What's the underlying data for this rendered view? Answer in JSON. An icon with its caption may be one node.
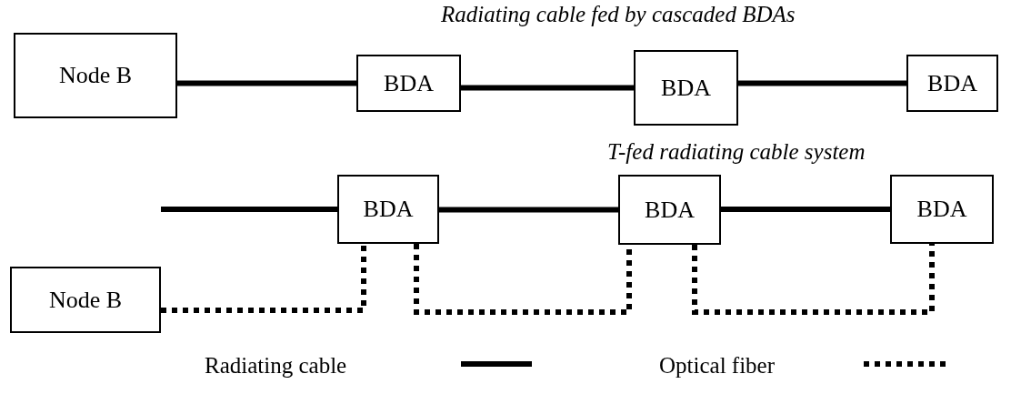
{
  "diagram": {
    "nodes": [
      {
        "text": [
          "Node B"
        ]
      },
      {
        "text": [
          "BDA"
        ]
      },
      {
        "text": [
          "BDA"
        ]
      },
      {
        "text": [
          "BDA"
        ]
      },
      {
        "text": [
          "BDA"
        ]
      },
      {
        "text": [
          "BDA"
        ]
      },
      {
        "text": [
          "BDA"
        ]
      },
      {
        "text": [
          "Node B"
        ]
      }
    ],
    "edges": [
      {
        "from": 0,
        "to": 1,
        "arrow": "none"
      },
      {
        "from": 1,
        "to": 2,
        "arrow": "none"
      },
      {
        "from": 2,
        "to": 3,
        "arrow": "none"
      },
      {
        "from": null,
        "to": 4,
        "arrow": "none"
      },
      {
        "from": 4,
        "to": 5,
        "arrow": "none"
      },
      {
        "from": 5,
        "to": 6,
        "arrow": "none"
      },
      {
        "from": 7,
        "to": 4,
        "arrow": "none",
        "style": "dashed"
      },
      {
        "from": 4,
        "to": 5,
        "arrow": "none",
        "style": "dashed"
      },
      {
        "from": 5,
        "to": 6,
        "arrow": "none",
        "style": "dashed"
      }
    ],
    "labels": [
      "Radiating cable fed by cascaded BDAs",
      "T-fed radiating cable system"
    ],
    "legend": [
      {
        "text": "Radiating cable"
      },
      {
        "text": "Optical fiber"
      }
    ]
  }
}
